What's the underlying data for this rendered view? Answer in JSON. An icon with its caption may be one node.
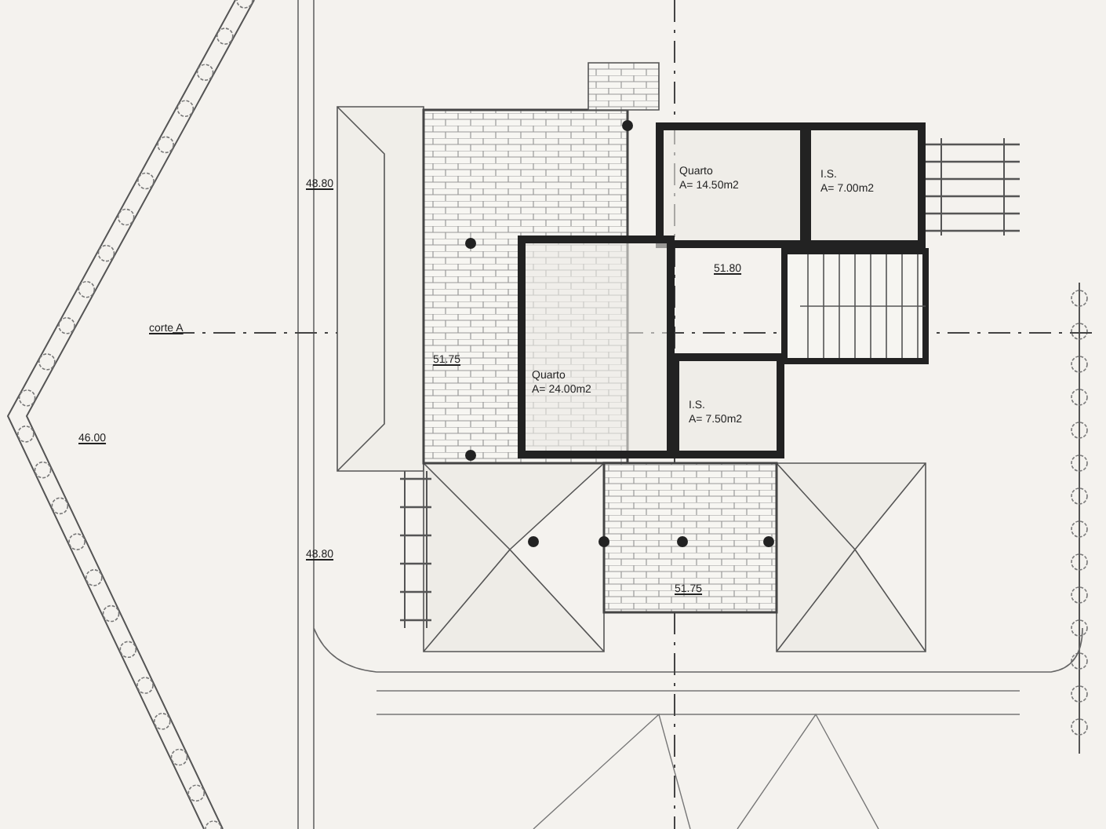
{
  "diagram": {
    "nodes": [
      {
        "text": [
          "Quarto",
          "A= 14.50m2"
        ]
      },
      {
        "text": [
          "I.S.",
          "A= 7.00m2"
        ]
      },
      {
        "text": [
          "Quarto",
          "A= 24.00m2"
        ]
      },
      {
        "text": [
          "I.S.",
          "A= 7.50m2"
        ]
      }
    ],
    "labels": [
      "48.80",
      "51.80",
      "corte A",
      "51.75",
      "46.00",
      "48.80",
      "51.75"
    ]
  }
}
